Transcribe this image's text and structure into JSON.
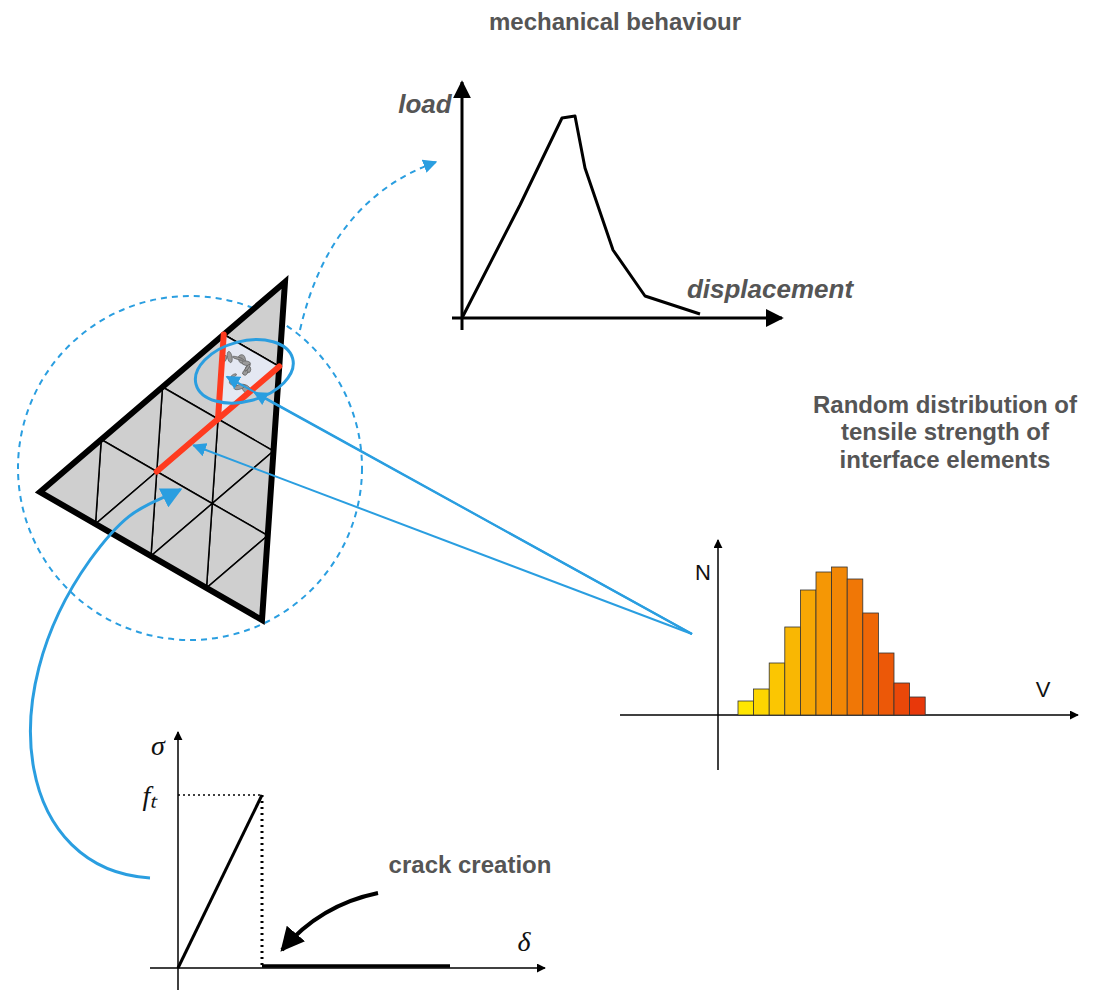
{
  "diagram": {
    "labels": [
      "mechanical behaviour",
      "load",
      "displacement",
      "Random distribution of tensile strength of interface elements",
      "N",
      "V",
      "σ",
      "fₜ",
      "δ",
      "crack creation"
    ]
  }
}
